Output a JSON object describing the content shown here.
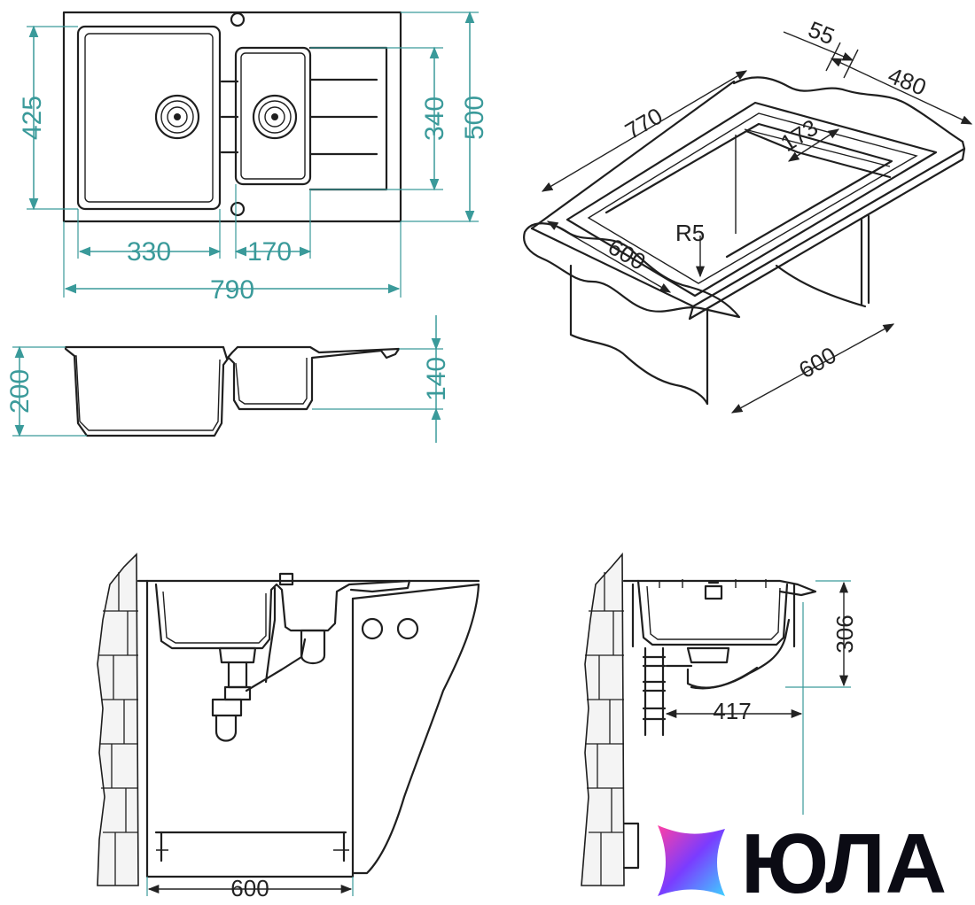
{
  "top_view": {
    "dim_depth_bowl": "425",
    "dim_small_bowl": "340",
    "dim_total_depth": "500",
    "dim_big_bowl_width": "330",
    "dim_small_bowl_width": "170",
    "dim_total_width": "790"
  },
  "side_view": {
    "dim_height": "200",
    "dim_small_height": "140"
  },
  "iso_view": {
    "dim_55": "55",
    "dim_480": "480",
    "dim_770": "770",
    "dim_173": "173",
    "dim_r5": "R5",
    "dim_600_a": "600",
    "dim_600_b": "600"
  },
  "front_install": {
    "dim_width": "600"
  },
  "side_install": {
    "dim_306": "306",
    "dim_417": "417"
  },
  "logo": {
    "text": "ЮЛА",
    "colors": [
      "#ff3fa4",
      "#7a3cff",
      "#3fd0ff"
    ]
  }
}
